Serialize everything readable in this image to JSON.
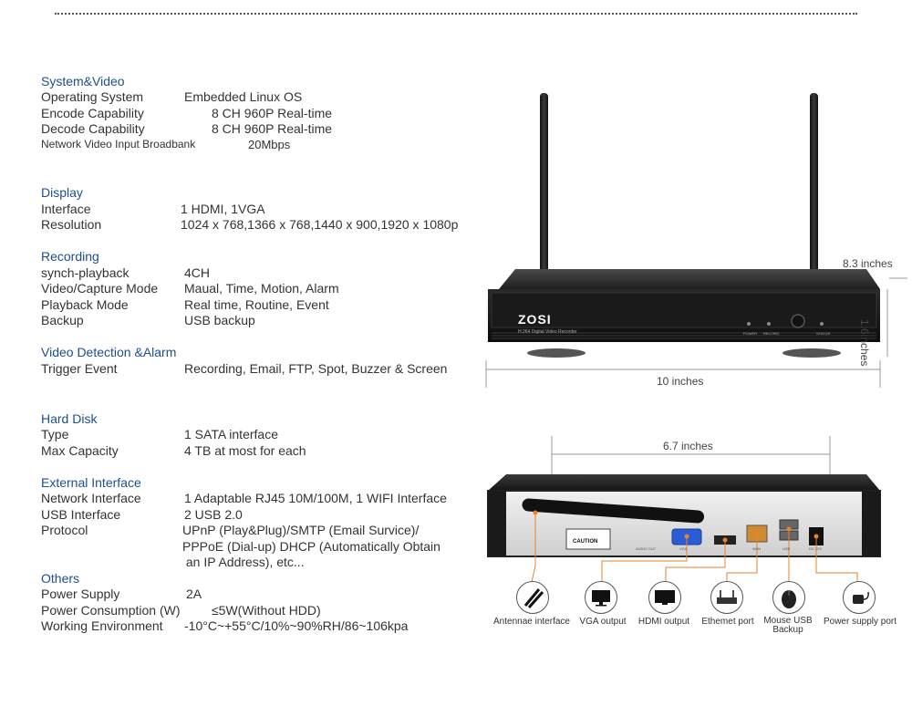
{
  "specs": {
    "system_video": {
      "title": "System&Video",
      "rows": [
        {
          "label": "Operating System",
          "value": "Embedded Linux OS"
        },
        {
          "label": "Encode Capability",
          "value": "8 CH 960P Real-time"
        },
        {
          "label": "Decode Capability",
          "value": "8 CH 960P Real-time"
        },
        {
          "label": "Network Video Input Broadbank",
          "value": "20Mbps"
        }
      ]
    },
    "display": {
      "title": "Display",
      "rows": [
        {
          "label": "Interface",
          "value": "1 HDMI, 1VGA"
        },
        {
          "label": "Resolution",
          "value": "1024 x 768,1366 x 768,1440 x 900,1920 x 1080p"
        }
      ]
    },
    "recording": {
      "title": "Recording",
      "rows": [
        {
          "label": "synch-playback",
          "value": "4CH"
        },
        {
          "label": "Video/Capture Mode",
          "value": "Maual, Time, Motion, Alarm"
        },
        {
          "label": "Playback Mode",
          "value": "Real time, Routine, Event"
        },
        {
          "label": "Backup",
          "value": "USB backup"
        }
      ]
    },
    "video_detection": {
      "title": "Video Detection &Alarm",
      "rows": [
        {
          "label": "Trigger Event",
          "value": "Recording,  Email, FTP,  Spot, Buzzer & Screen"
        }
      ]
    },
    "hard_disk": {
      "title": "Hard Disk",
      "rows": [
        {
          "label": "Type",
          "value": "1 SATA interface"
        },
        {
          "label": "Max Capacity",
          "value": "4 TB at most for each"
        }
      ]
    },
    "external_interface": {
      "title": "External Interface",
      "rows": [
        {
          "label": "Network Interface",
          "value": "1 Adaptable RJ45 10M/100M, 1 WIFI Interface"
        },
        {
          "label": "USB Interface",
          "value": "2 USB 2.0"
        },
        {
          "label": "Protocol",
          "value": "UPnP (Play&Plug)/SMTP (Email Survice)/"
        },
        {
          "label": "",
          "value": "PPPoE (Dial-up) DHCP (Automatically Obtain"
        },
        {
          "label": "",
          "value": " an IP Address), etc..."
        }
      ]
    },
    "others": {
      "title": "Others",
      "rows": [
        {
          "label": "Power Supply",
          "value": "2A"
        },
        {
          "label": "Power Consumption (W)",
          "value": "≤5W(Without HDD)"
        },
        {
          "label": "Working Environment",
          "value": "-10°C~+55°C/10%~90%RH/86~106kpa"
        }
      ]
    }
  },
  "front_view": {
    "brand": "ZOSI",
    "subtitle": "H.264 Digital Video Recorder",
    "leds": [
      "POWER",
      "RECORD",
      "STATUS"
    ],
    "depth": "8.3 inches",
    "height": "1.6inches",
    "width": "10 inches"
  },
  "rear_view": {
    "width": "6.7 inches",
    "caution": "CAUTION",
    "ports": [
      "AUDIO OUT",
      "VGA",
      "WAN",
      "USB",
      "DC 12V"
    ]
  },
  "callouts": [
    {
      "label": "Antennae interface",
      "icon": "antenna-icon"
    },
    {
      "label": "VGA output",
      "icon": "monitor-icon"
    },
    {
      "label": "HDMI output",
      "icon": "tv-icon"
    },
    {
      "label": "Ethemet port",
      "icon": "router-icon"
    },
    {
      "label": "Mouse USB\nBackup",
      "icon": "mouse-icon"
    },
    {
      "label": "Power supply port",
      "icon": "power-adapter-icon"
    }
  ],
  "colors": {
    "section_title": "#1f4e8c",
    "callout_line": "#e8832a"
  }
}
